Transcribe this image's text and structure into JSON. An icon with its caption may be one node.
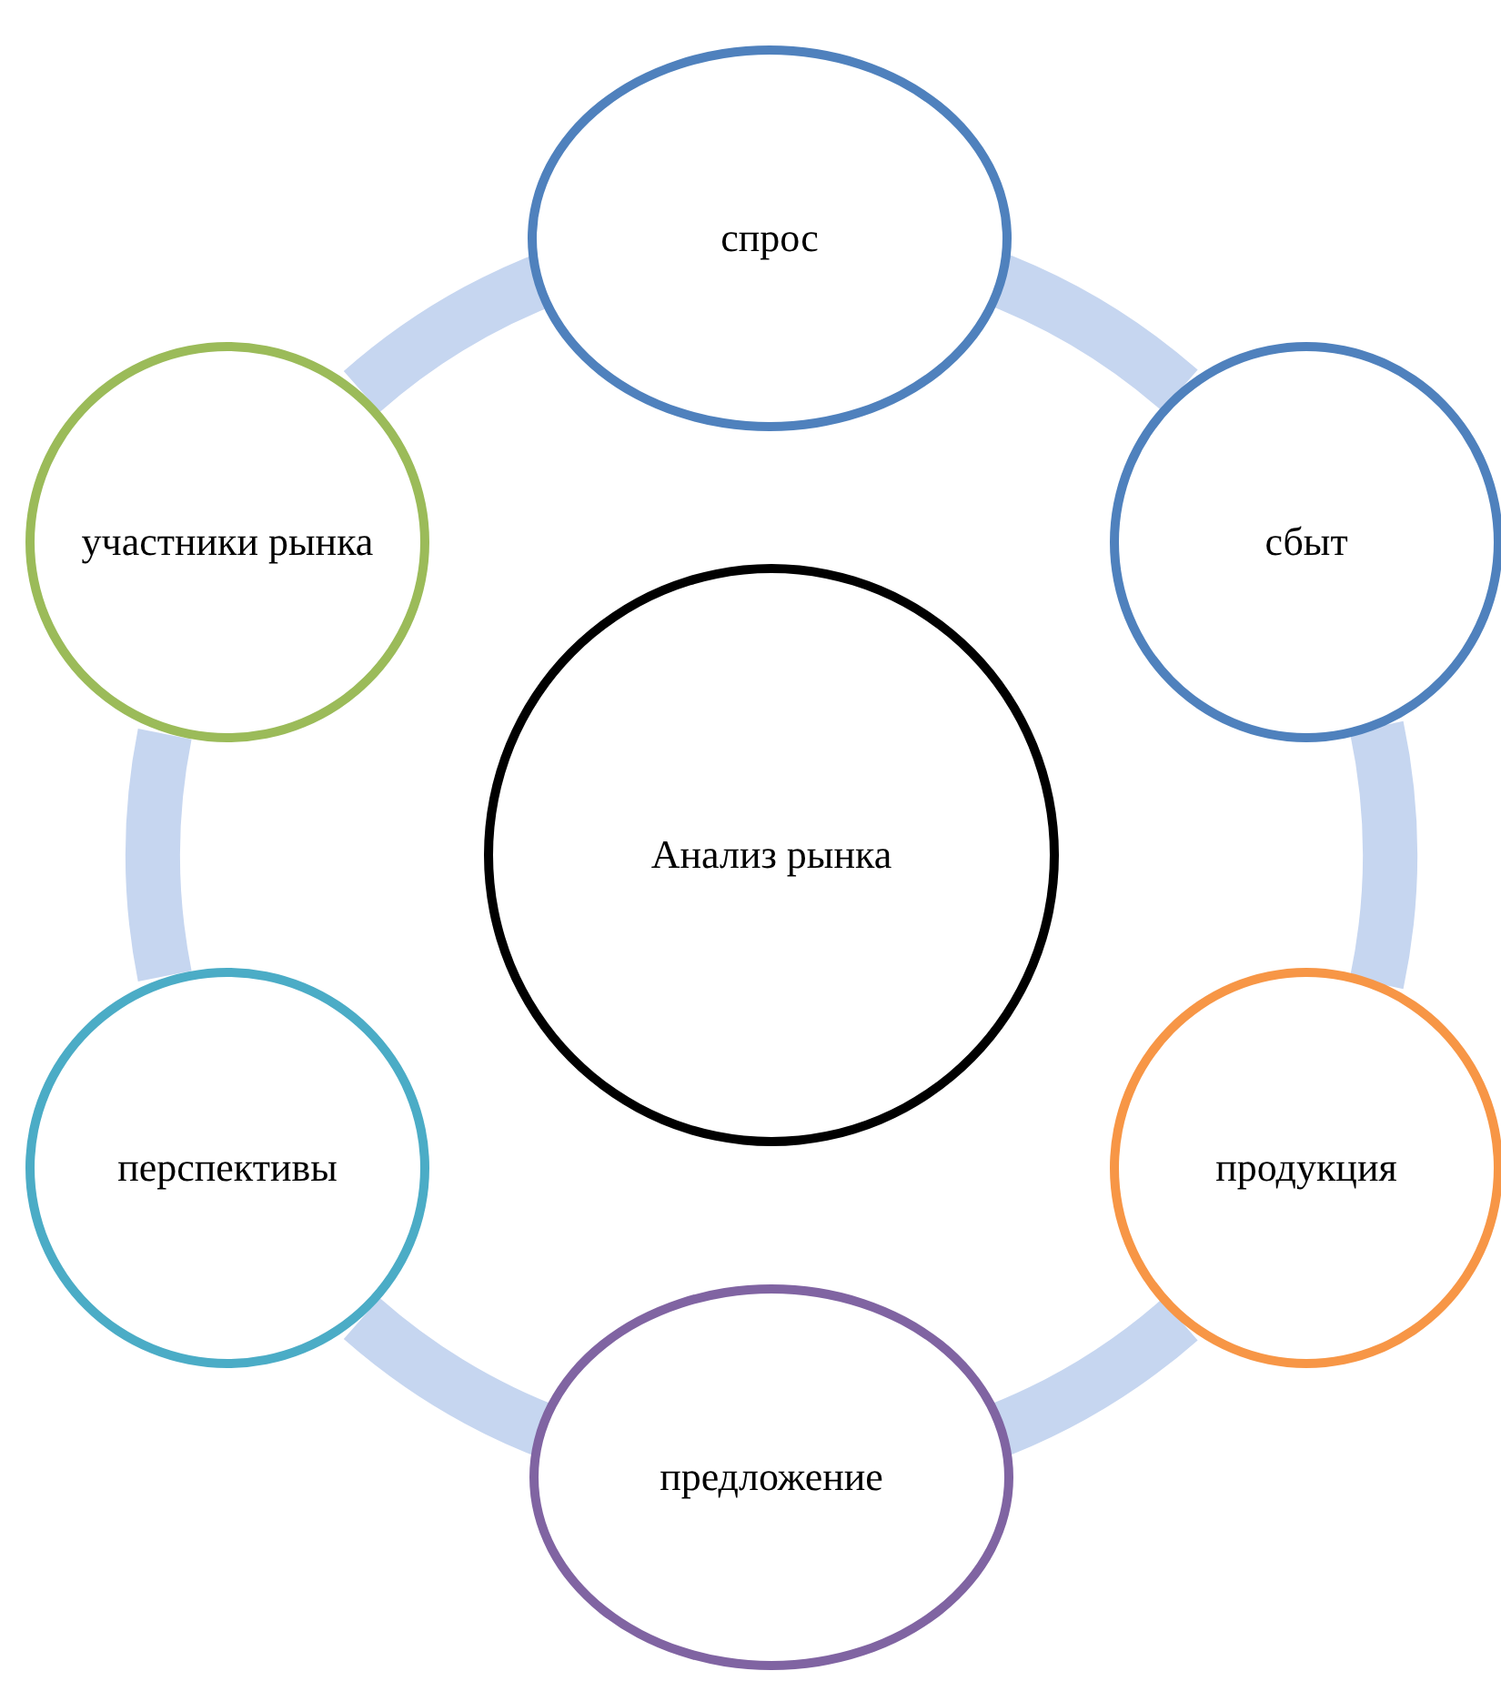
{
  "diagram": {
    "nodes": [
      {
        "text": [
          "спрос"
        ]
      },
      {
        "text": [
          "участники рынка"
        ]
      },
      {
        "text": [
          "сбыт"
        ]
      },
      {
        "text": [
          "Анализ рынка"
        ]
      },
      {
        "text": [
          "перспективы"
        ]
      },
      {
        "text": [
          "продукция"
        ]
      },
      {
        "text": [
          "предложение"
        ]
      }
    ],
    "edges": [
      {
        "from": 0,
        "to": 2,
        "arrow": "none"
      },
      {
        "from": 2,
        "to": 5,
        "arrow": "none"
      },
      {
        "from": 5,
        "to": 6,
        "arrow": "none"
      },
      {
        "from": 6,
        "to": 4,
        "arrow": "none"
      },
      {
        "from": 4,
        "to": 1,
        "arrow": "none"
      },
      {
        "from": 1,
        "to": 0,
        "arrow": "none"
      }
    ]
  }
}
